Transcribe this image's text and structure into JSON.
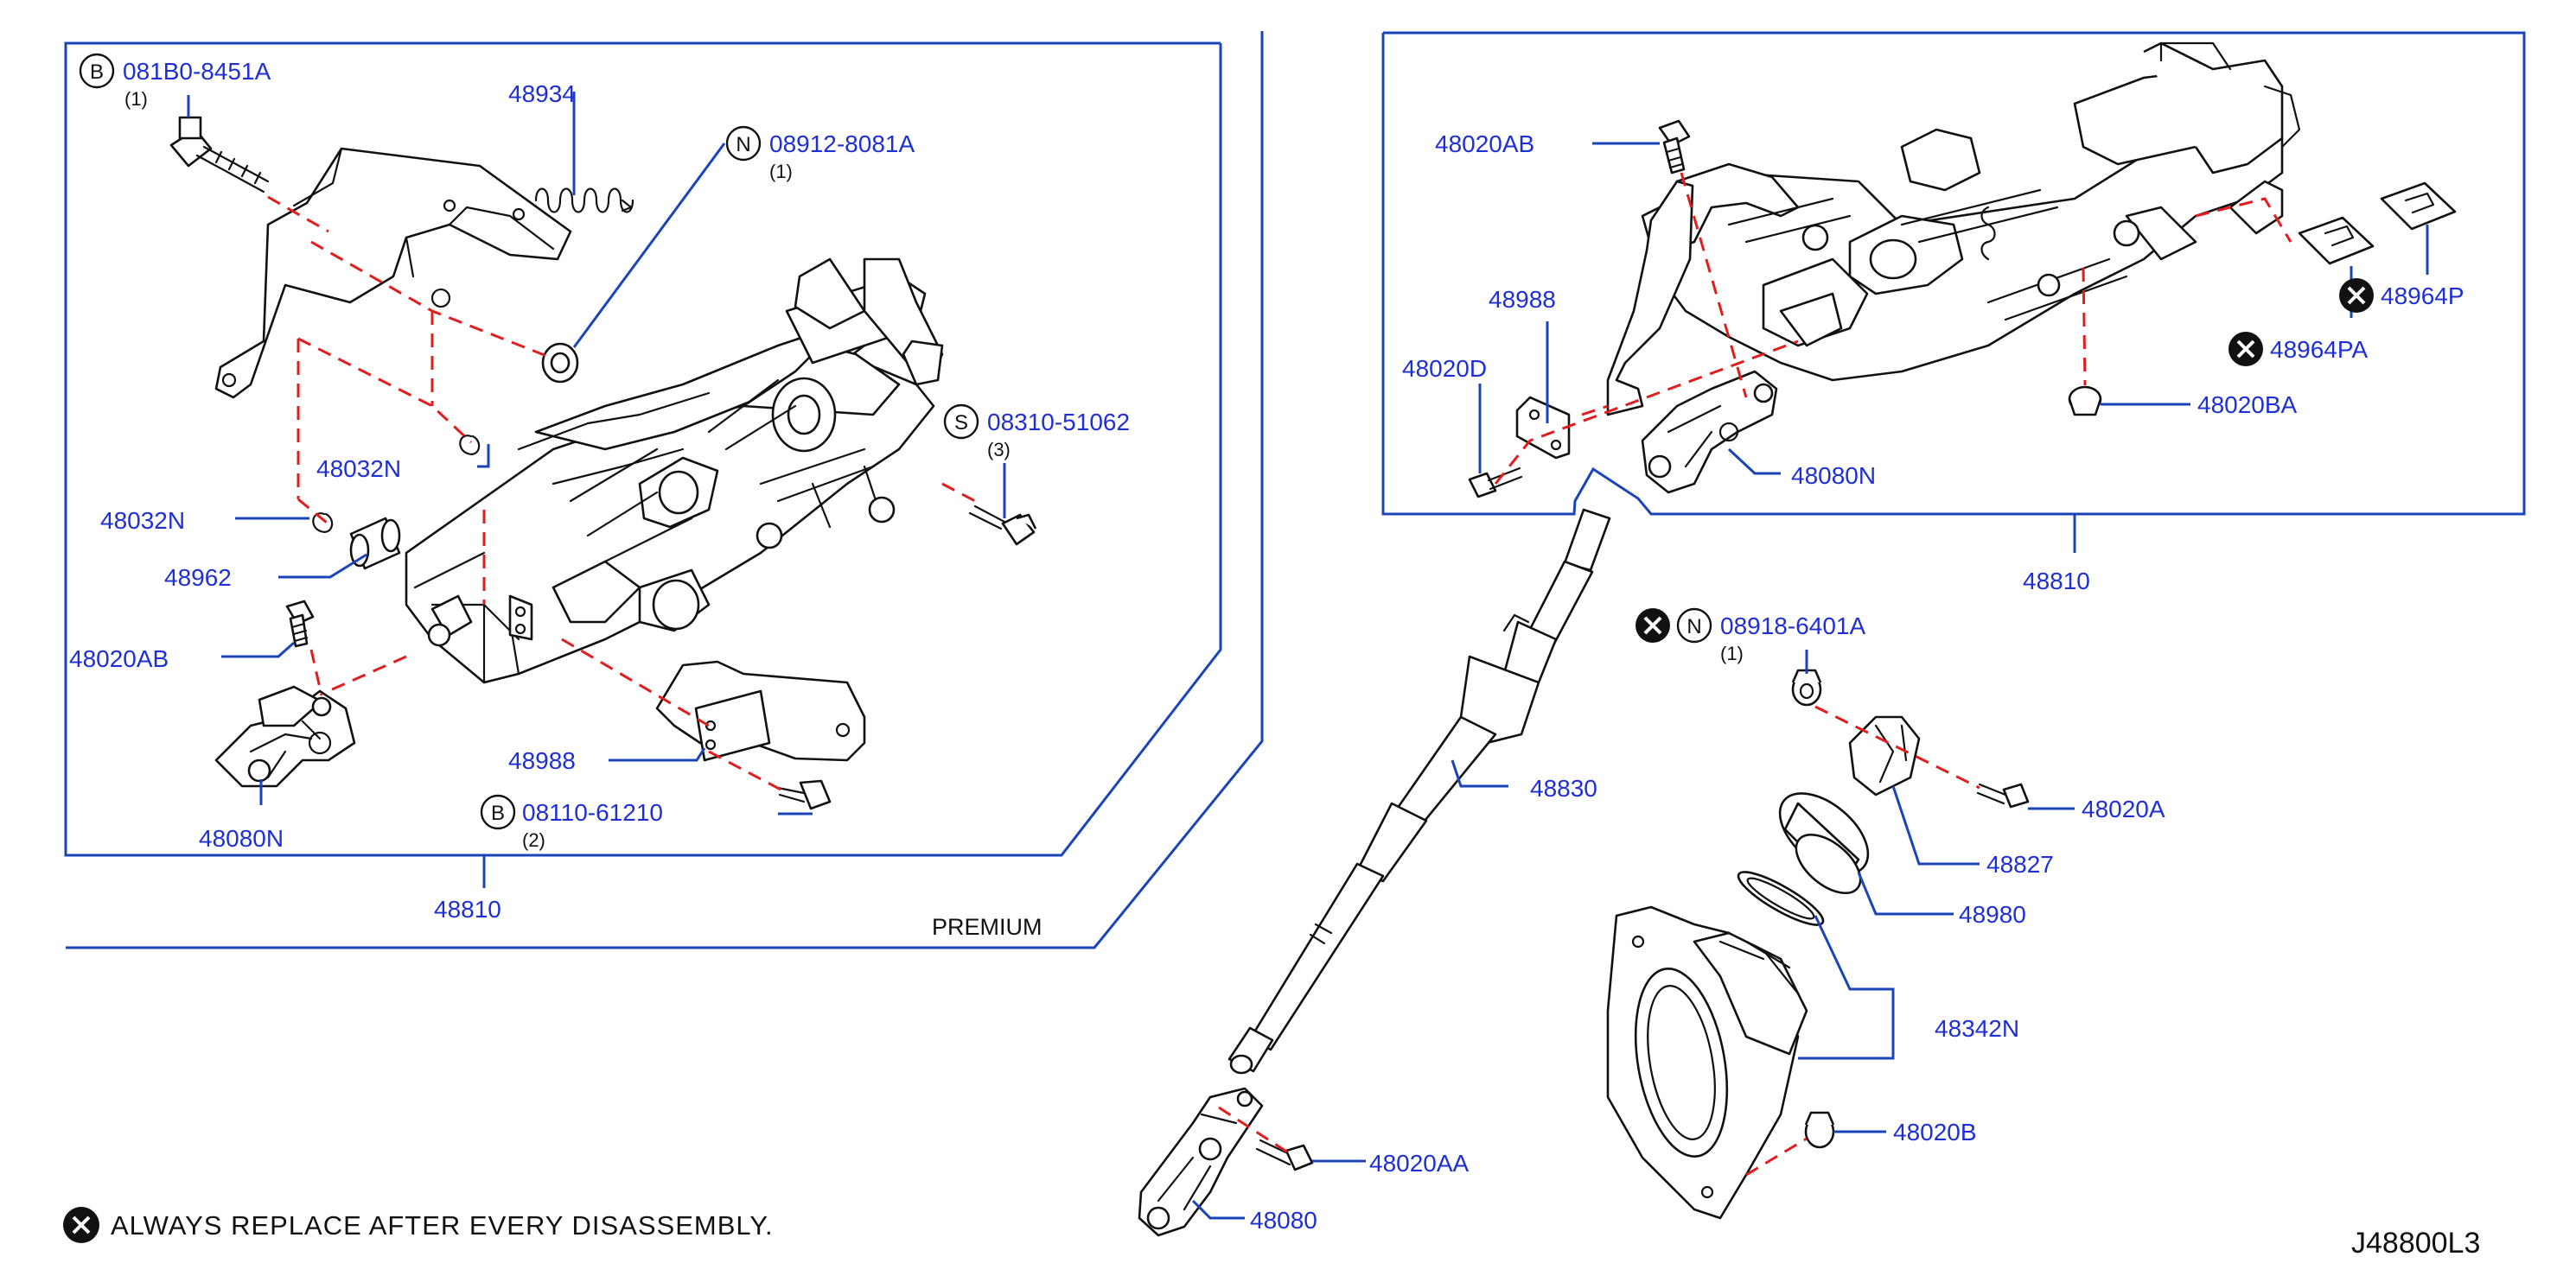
{
  "diagram_code": "J48800L3",
  "footnote": "ALWAYS REPLACE AFTER EVERY DISASSEMBLY.",
  "variant_label": "PREMIUM",
  "left_assembly": {
    "assembly_number": "48810",
    "callouts": {
      "bolt_b": {
        "marker": "B",
        "part": "081B0-8451A",
        "qty": "(1)"
      },
      "spring": {
        "part": "48934"
      },
      "nut_n": {
        "marker": "N",
        "part": "08912-8081A",
        "qty": "(1)"
      },
      "clip_upper": {
        "part": "48032N"
      },
      "clip_lower": {
        "part": "48032N"
      },
      "screw_s": {
        "marker": "S",
        "part": "08310-51062",
        "qty": "(3)"
      },
      "bushing": {
        "part": "48962"
      },
      "bolt_joint": {
        "part": "48020AB"
      },
      "bracket": {
        "part": "48988"
      },
      "bolt_b2": {
        "marker": "B",
        "part": "08110-61210",
        "qty": "(2)"
      },
      "joint": {
        "part": "48080N"
      }
    }
  },
  "right_assembly": {
    "assembly_number": "48810",
    "callouts": {
      "bolt_top": {
        "part": "48020AB"
      },
      "bracket": {
        "part": "48988"
      },
      "bolt_d": {
        "part": "48020D"
      },
      "plate_p": {
        "part": "48964P"
      },
      "plate_pa": {
        "part": "48964PA"
      },
      "nut_ba": {
        "part": "48020BA"
      },
      "joint": {
        "part": "48080N"
      }
    }
  },
  "lower_parts": {
    "nut_n": {
      "marker": "N",
      "part": "08918-6401A",
      "qty": "(1)"
    },
    "bolt_a": {
      "part": "48020A"
    },
    "shaft": {
      "part": "48830"
    },
    "seal_cap": {
      "part": "48827"
    },
    "seal": {
      "part": "48980"
    },
    "boot": {
      "part": "48342N"
    },
    "nut_b": {
      "part": "48020B"
    },
    "bolt_aa": {
      "part": "48020AA"
    },
    "joint": {
      "part": "48080"
    }
  },
  "colors": {
    "part_number": "#1f2fd6",
    "leader": "#1a44b8",
    "dashed": "#e11d1d",
    "linework": "#111111"
  }
}
